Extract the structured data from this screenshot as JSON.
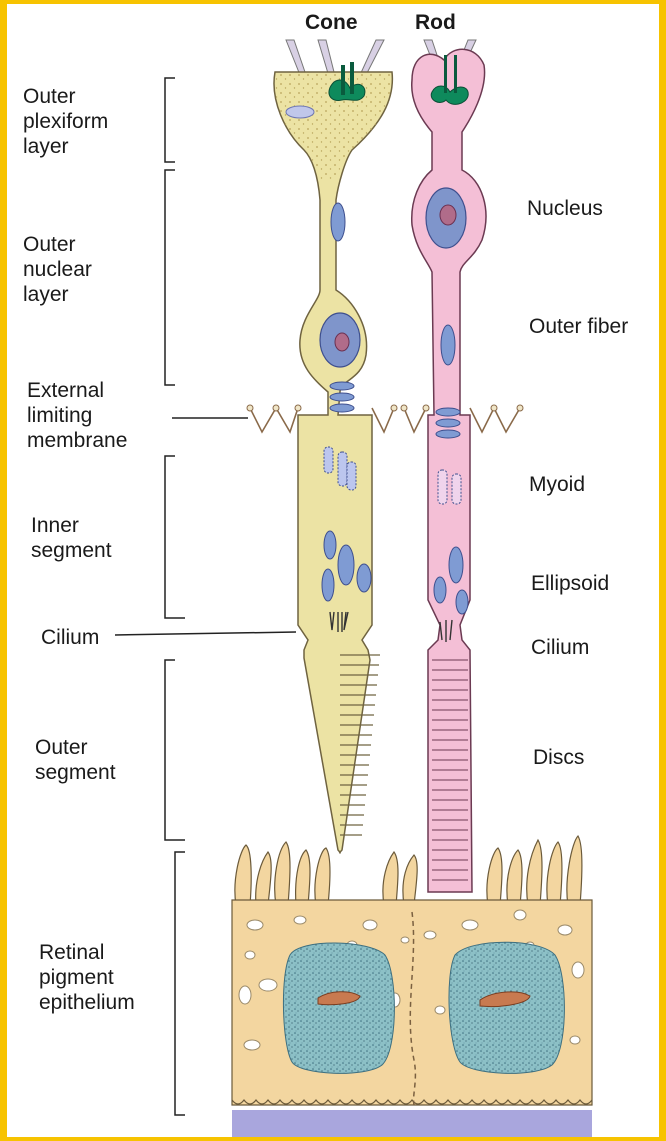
{
  "headings": {
    "cone": "Cone",
    "rod": "Rod"
  },
  "left_labels": {
    "outer_plexiform": "Outer\nplexiform\nlayer",
    "outer_nuclear": "Outer\nnuclear\nlayer",
    "external_limiting": "External\nlimiting\nmembrane",
    "inner_segment": "Inner\nsegment",
    "cilium": "Cilium",
    "outer_segment": "Outer\nsegment",
    "rpe": "Retinal\npigment\nepithelium"
  },
  "right_labels": {
    "nucleus": "Nucleus",
    "outer_fiber": "Outer fiber",
    "myoid": "Myoid",
    "ellipsoid": "Ellipsoid",
    "cilium": "Cilium",
    "discs": "Discs"
  },
  "colors": {
    "frame": "#f7c300",
    "cone_fill": "#ece3a4",
    "rod_fill": "#f4bfd6",
    "rpe_fill": "#f3d6a0",
    "nucleus_fill": "#93c2c9",
    "mitochondria": "#7f9bd3",
    "synapse_green": "#0e8a5c",
    "bruch_membrane": "#a9a6dd"
  }
}
